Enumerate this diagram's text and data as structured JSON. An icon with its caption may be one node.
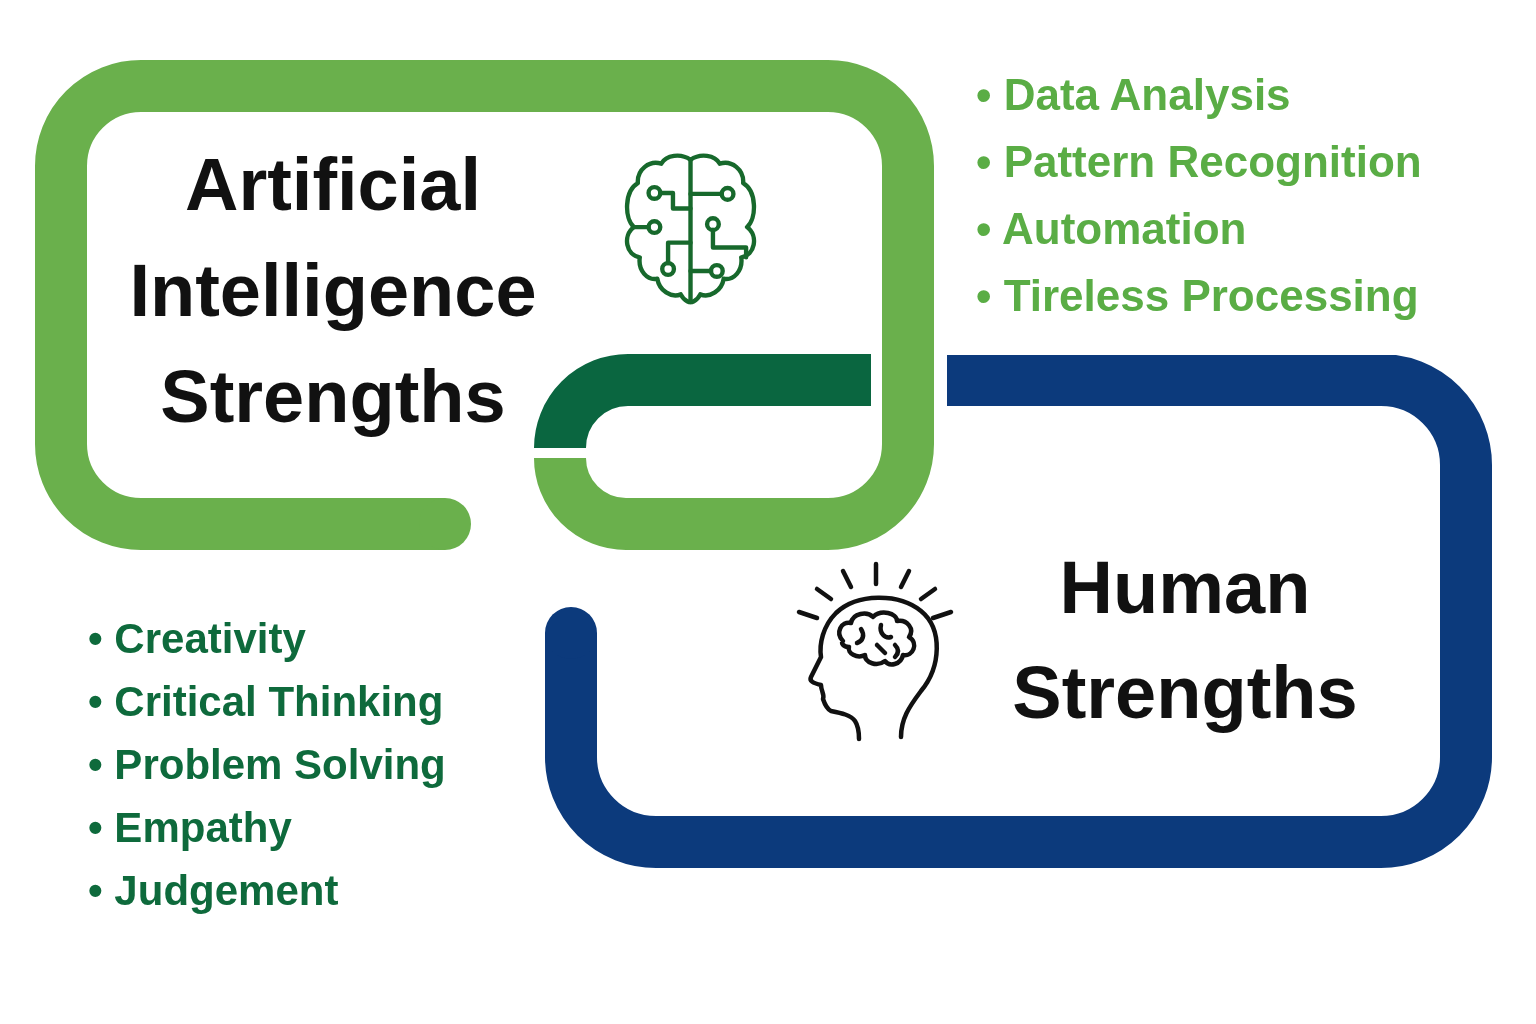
{
  "diagram": {
    "nodes": [
      {
        "text": [
          "Artificial Intelligence Strengths"
        ],
        "beside": [
          "• Data Analysis",
          "• Pattern Recognition",
          "• Automation",
          "• Tireless Processing"
        ]
      },
      {
        "text": [
          "Human Strengths"
        ],
        "beside": [
          "• Creativity",
          "• Critical Thinking",
          "• Problem Solving",
          "• Empathy",
          "• Judgement"
        ]
      }
    ]
  }
}
